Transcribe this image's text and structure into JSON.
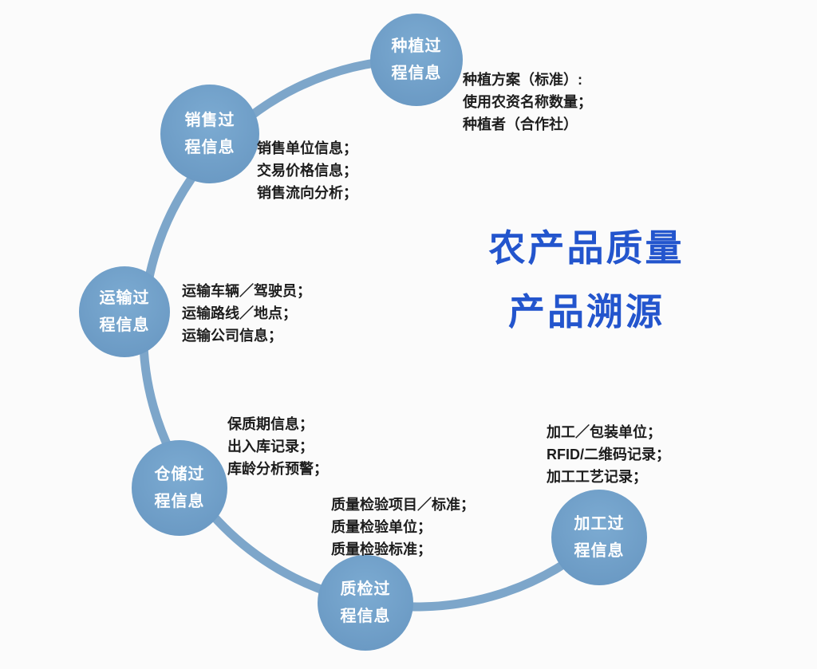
{
  "title": {
    "line1": "农产品质量",
    "line2": "产品溯源"
  },
  "colors": {
    "arc": "#7da6ca",
    "node_fill": "#6d9dc6",
    "node_text": "#ffffff",
    "notes_text": "#1d1d1d",
    "title_text": "#2355cd",
    "background": "#fbfbfb"
  },
  "nodes": [
    {
      "id": "planting",
      "label_line1": "种植过",
      "label_line2": "程信息",
      "notes": [
        "种植方案（标准）:",
        "使用农资名称数量；",
        "种植者（合作社）"
      ]
    },
    {
      "id": "sales",
      "label_line1": "销售过",
      "label_line2": "程信息",
      "notes": [
        "销售单位信息；",
        "交易价格信息；",
        "销售流向分析；"
      ]
    },
    {
      "id": "transport",
      "label_line1": "运输过",
      "label_line2": "程信息",
      "notes": [
        "运输车辆／驾驶员；",
        "运输路线／地点；",
        "运输公司信息；"
      ]
    },
    {
      "id": "warehouse",
      "label_line1": "仓储过",
      "label_line2": "程信息",
      "notes": [
        "保质期信息；",
        "出入库记录；",
        "库龄分析预警；"
      ]
    },
    {
      "id": "inspection",
      "label_line1": "质检过",
      "label_line2": "程信息",
      "notes": [
        "质量检验项目／标准；",
        "质量检验单位；",
        "质量检验标准；"
      ]
    },
    {
      "id": "processing",
      "label_line1": "加工过",
      "label_line2": "程信息",
      "notes": [
        "加工／包装单位；",
        "RFID/二维码记录；",
        "加工工艺记录；"
      ]
    }
  ]
}
